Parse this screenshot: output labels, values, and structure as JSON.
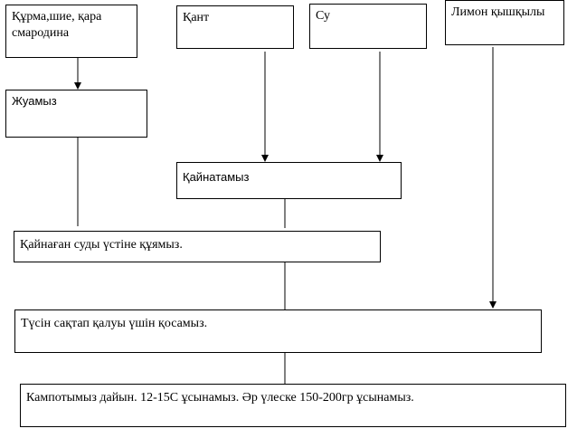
{
  "boxes": {
    "ingredients": "Құрма,шие, қара смародина",
    "sugar": "Қант",
    "water": "Су",
    "lemon": "Лимон қышқылы",
    "wash": "Жуамыз",
    "boil": "Қайнатамыз",
    "pour": "Қайнаған суды үстіне құямыз.",
    "color": "Түсін сақтап қалуы үшін қосамыз.",
    "ready": "Кампотымыз дайын. 12-15С ұсынамыз. Әр үлеске 150-200гр ұсынамыз."
  },
  "colors": {
    "line": "#000000",
    "box_border": "#000000",
    "background": "#ffffff"
  }
}
